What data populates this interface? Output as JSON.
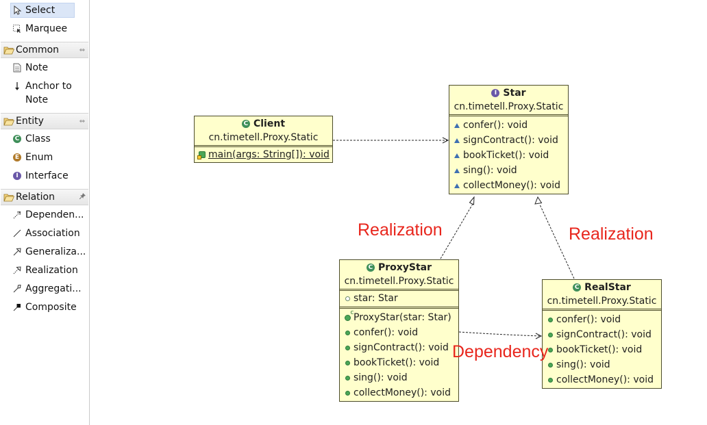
{
  "palette": {
    "tools": [
      {
        "label": "Select",
        "icon": "arrow-pointer-icon"
      },
      {
        "label": "Marquee",
        "icon": "marquee-icon"
      }
    ],
    "common": {
      "title": "Common",
      "items": [
        {
          "label": "Note",
          "icon": "note-icon"
        },
        {
          "label": "Anchor to Note",
          "icon": "anchor-arrow-icon"
        }
      ]
    },
    "entity": {
      "title": "Entity",
      "items": [
        {
          "label": "Class",
          "icon": "class-icon",
          "badge": "C"
        },
        {
          "label": "Enum",
          "icon": "enum-icon",
          "badge": "E"
        },
        {
          "label": "Interface",
          "icon": "interface-icon",
          "badge": "I"
        }
      ]
    },
    "relation": {
      "title": "Relation",
      "items": [
        {
          "label": "Dependen...",
          "icon": "dependency-icon"
        },
        {
          "label": "Association",
          "icon": "association-icon"
        },
        {
          "label": "Generaliza...",
          "icon": "generalization-icon"
        },
        {
          "label": "Realization",
          "icon": "realization-icon"
        },
        {
          "label": "Aggregati...",
          "icon": "aggregation-icon"
        },
        {
          "label": "Composite",
          "icon": "composite-icon"
        }
      ]
    }
  },
  "diagram": {
    "client": {
      "name": "Client",
      "badge": "C",
      "package": "cn.timetell.Proxy.Static",
      "methods": [
        "main(args: String[]): void"
      ]
    },
    "star": {
      "name": "Star",
      "badge": "I",
      "package": "cn.timetell.Proxy.Static",
      "methods": [
        "confer(): void",
        "signContract(): void",
        "bookTicket(): void",
        "sing(): void",
        "collectMoney(): void"
      ]
    },
    "proxystar": {
      "name": "ProxyStar",
      "badge": "C",
      "package": "cn.timetell.Proxy.Static",
      "fields": [
        "star: Star"
      ],
      "methods": [
        "ProxyStar(star: Star)",
        "confer(): void",
        "signContract(): void",
        "bookTicket(): void",
        "sing(): void",
        "collectMoney(): void"
      ]
    },
    "realstar": {
      "name": "RealStar",
      "badge": "C",
      "package": "cn.timetell.Proxy.Static",
      "methods": [
        "confer(): void",
        "signContract(): void",
        "bookTicket(): void",
        "sing(): void",
        "collectMoney(): void"
      ]
    },
    "labels": {
      "realization_left": "Realization",
      "realization_right": "Realization",
      "dependency": "Dependency"
    },
    "colors": {
      "box_fill": "#ffffcc",
      "label_red": "#e8261d"
    }
  }
}
